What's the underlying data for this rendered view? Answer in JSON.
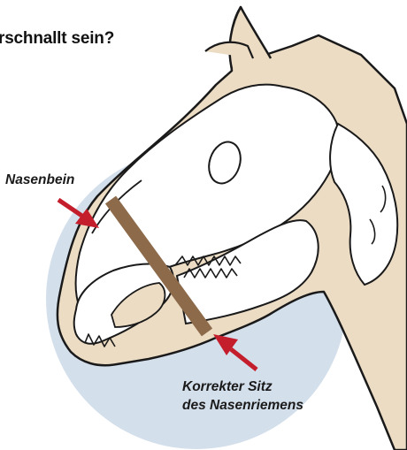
{
  "heading": "rschnallt sein?",
  "labels": {
    "nasenbein": "Nasenbein",
    "correct_fit_line1": "Korrekter Sitz",
    "correct_fit_line2": "des Nasenriemens"
  },
  "colors": {
    "background_circle": "#d4dfec",
    "horse_fill": "#ecdcc4",
    "bone_fill": "#ffffff",
    "outline": "#1a1a1a",
    "noseband": "#8c6a4a",
    "arrow": "#c41e2c"
  }
}
